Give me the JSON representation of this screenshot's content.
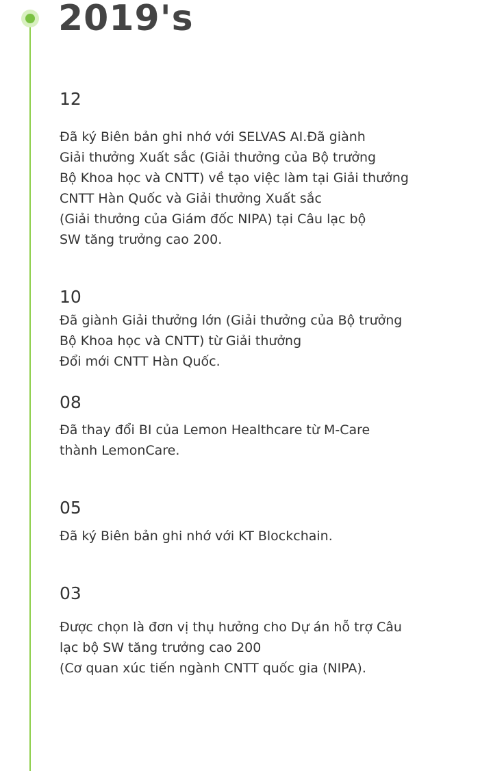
{
  "timeline": {
    "year_title": "2019's",
    "accent_color": "#7ac142",
    "entries": [
      {
        "month": "12",
        "description": "Đã ký Biên bản ghi nhớ với SELVAS AI.Đã giành\nGiải thưởng Xuất sắc (Giải thưởng của Bộ trưởng\nBộ Khoa học và CNTT) về tạo việc làm tại Giải thưởng\nCNTT Hàn Quốc và Giải thưởng Xuất sắc\n(Giải thưởng của Giám đốc NIPA) tại Câu lạc bộ\nSW tăng trưởng cao 200."
      },
      {
        "month": "10",
        "description": "Đã giành Giải thưởng lớn (Giải thưởng của Bộ trưởng\nBộ Khoa học và CNTT) từ Giải thưởng\nĐổi mới CNTT Hàn Quốc."
      },
      {
        "month": "08",
        "description": "Đã thay đổi BI của Lemon Healthcare từ M-Care\nthành LemonCare."
      },
      {
        "month": "05",
        "description": "Đã ký Biên bản ghi nhớ với KT Blockchain."
      },
      {
        "month": "03",
        "description": "Được chọn là đơn vị thụ hưởng cho Dự án hỗ trợ Câu\nlạc bộ SW tăng trưởng cao 200\n(Cơ quan xúc tiến ngành CNTT quốc gia (NIPA)."
      }
    ]
  }
}
